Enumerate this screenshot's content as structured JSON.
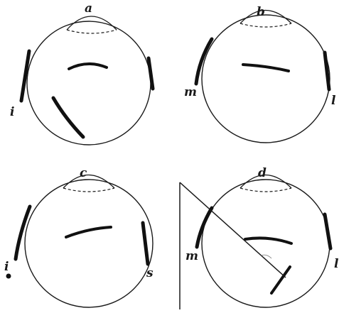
{
  "panels": [
    {
      "label": "a",
      "side_labels": [
        "i"
      ]
    },
    {
      "label": "b",
      "side_labels": [
        "m",
        "l"
      ]
    },
    {
      "label": "c",
      "side_labels": [
        "i",
        "s"
      ]
    },
    {
      "label": "d",
      "side_labels": [
        "m",
        "l"
      ]
    }
  ]
}
